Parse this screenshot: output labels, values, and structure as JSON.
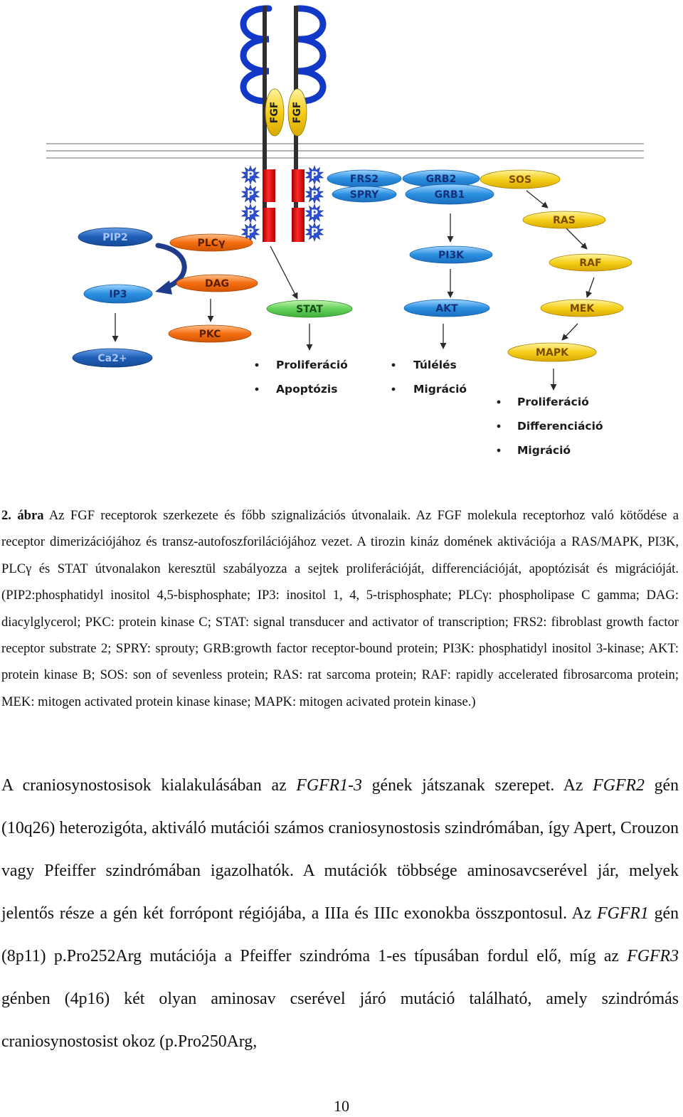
{
  "figure": {
    "ligand_label": "FGF",
    "phospho_label": "P",
    "nodes": {
      "frs2": "FRS2",
      "spry": "SPRY",
      "grb2": "GRB2",
      "grb1": "GRB1",
      "sos": "SOS",
      "ras": "RAS",
      "raf": "RAF",
      "mek": "MEK",
      "mapk": "MAPK",
      "pi3k": "PI3K",
      "akt": "AKT",
      "stat": "STAT",
      "pip2": "PIP2",
      "plcg": "PLCγ",
      "dag": "DAG",
      "pkc": "PKC",
      "ip3": "IP3",
      "ca2": "Ca2+"
    },
    "outcomes": {
      "stat": [
        "Proliferáció",
        "Apoptózis"
      ],
      "akt": [
        "Túlélés",
        "Migráció"
      ],
      "mapk": [
        "Proliferáció",
        "Differenciáció",
        "Migráció"
      ]
    },
    "colors": {
      "blue": "#2a8fe0",
      "dark_blue": "#1f5fb8",
      "yellow": "#f5cf1a",
      "orange": "#f46e12",
      "green": "#63d15a",
      "red": "#d00000",
      "receptor_loop": "#1238c8",
      "phospho_star": "#2c4fd6"
    }
  },
  "caption": {
    "label": "2. ábra",
    "text": " Az FGF receptorok szerkezete és főbb szignalizációs útvonalaik. Az FGF molekula receptorhoz való kötődése a receptor dimerizációjához és transz-autofoszforilációjához vezet. A tirozin kináz domének aktivációja a RAS/MAPK, PI3K, PLCγ és STAT útvonalakon keresztül szabályozza a sejtek proliferációját, differenciációját, apoptózisát és migrációját. (PIP2:phosphatidyl inositol 4,5-bisphosphate; IP3: inositol 1, 4, 5-trisphosphate; PLCγ: phospholipase C gamma; DAG: diacylglycerol; PKC: protein kinase C; STAT: signal transducer and activator of transcription; FRS2: fibroblast growth factor receptor substrate 2; SPRY: sprouty; GRB:growth factor receptor-bound protein; PI3K: phosphatidyl inositol 3-kinase; AKT: protein kinase B; SOS: son of sevenless protein; RAS: rat sarcoma protein; RAF: rapidly accelerated fibrosarcoma protein; MEK: mitogen activated protein kinase kinase; MAPK: mitogen acivated protein kinase.)"
  },
  "body": {
    "p1": "A craniosynostosisok kialakulásában az ",
    "g1": "FGFR1-3",
    "p2": " gének játszanak szerepet. Az ",
    "g2": "FGFR2",
    "p3": " gén (10q26) heterozigóta, aktiváló mutációi számos craniosynostosis szindrómában, így Apert, Crouzon vagy Pfeiffer szindrómában igazolhatók. A mutációk többsége aminosavcserével jár, melyek jelentős része a gén két forrópont régiójába, a IIIa és IIIc exonokba összpontosul. Az ",
    "g3": "FGFR1",
    "p4": " gén (8p11) p.Pro252Arg mutációja a Pfeiffer szindróma 1-es típusában fordul elő, míg az ",
    "g4": "FGFR3",
    "p5": " génben (4p16) két olyan aminosav cserével járó mutáció található, amely szindrómás craniosynostosist okoz (p.Pro250Arg,"
  },
  "page_number": "10"
}
